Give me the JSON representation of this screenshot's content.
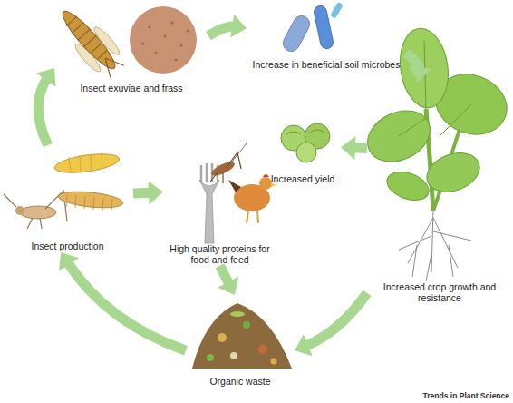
{
  "diagram": {
    "nodes": [
      {
        "text": [
          "Insect production"
        ]
      },
      {
        "text": [
          "Insect exuviae and frass"
        ]
      },
      {
        "text": [
          "Increase in beneficial soil microbes"
        ]
      },
      {
        "text": [
          "Increased crop growth and resistance"
        ]
      },
      {
        "text": [
          "Increased yield"
        ]
      },
      {
        "text": [
          "High quality proteins for food and feed"
        ]
      },
      {
        "text": [
          "Organic waste"
        ]
      }
    ],
    "edges": [
      {
        "from": 0,
        "to": 1,
        "arrow": "to"
      },
      {
        "from": 1,
        "to": 2,
        "arrow": "to"
      },
      {
        "from": 2,
        "to": 3,
        "arrow": "to"
      },
      {
        "from": 3,
        "to": 4,
        "arrow": "to"
      },
      {
        "from": 3,
        "to": 6,
        "arrow": "to"
      },
      {
        "from": 0,
        "to": 5,
        "arrow": "to"
      },
      {
        "from": 5,
        "to": 6,
        "arrow": "to"
      },
      {
        "from": 6,
        "to": 0,
        "arrow": "to"
      }
    ],
    "labels": [
      "Trends in Plant Science"
    ]
  }
}
